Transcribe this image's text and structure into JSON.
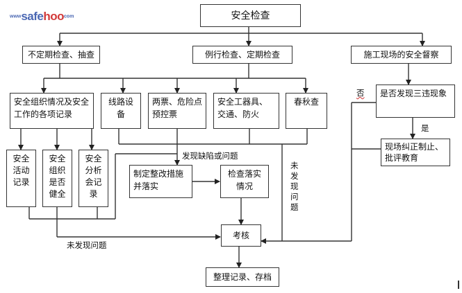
{
  "logo": {
    "prefix": "www",
    "part1": "safe",
    "part2": "hoo",
    "suffix": "com"
  },
  "nodes": {
    "root": "安全检查",
    "irregular": "不定期检查、抽查",
    "routine": "例行检查、定期检查",
    "site_supervision": "施工现场的安全督察",
    "org_records": "安全组织情况及安全工作的各项记录",
    "line_equipment": "线路设备",
    "tickets": "两票、危险点预控票",
    "tools": "安全工器具、交通、防火",
    "spring_autumn": "春秋查",
    "three_violations": "是否发现三违现象",
    "activity_records": "安全活动记录",
    "org_sound": "安全组织是否健全",
    "analysis_records": "安全分析会记录",
    "rectify_measures": "制定整改措施并落实",
    "check_implementation": "检查落实情况",
    "correct_onsite": "现场纠正制止、批评教育",
    "assessment": "考核",
    "archive": "整理记录、存档"
  },
  "labels": {
    "found_defects": "发现缺陷或问题",
    "no_problem_bottom": "未发现问题",
    "no_problem_vertical": "未发现问题",
    "no": "否",
    "yes": "是"
  },
  "colors": {
    "line": "#333333",
    "logo_blue": "#4a67b3",
    "logo_red": "#d23a3a"
  }
}
